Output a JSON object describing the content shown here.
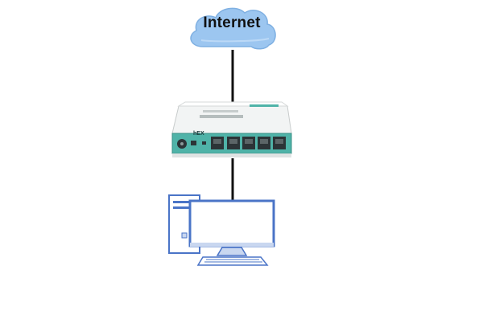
{
  "diagram": {
    "internet_label": "Internet",
    "router_model_label": "hEX",
    "router_port_count": 5,
    "colors": {
      "cloud": "#9cc6f0",
      "cloud_outline": "#7fb0e2",
      "router_body": "#f2f4f4",
      "router_panel": "#4fb3a8",
      "router_port": "#2c3437",
      "connector_line": "#111111",
      "computer_fill": "#ffffff",
      "computer_outline": "#4a74c7",
      "computer_shade": "#c9d7f0"
    },
    "icons": [
      "cloud-icon",
      "router-icon",
      "desktop-computer-icon"
    ]
  }
}
